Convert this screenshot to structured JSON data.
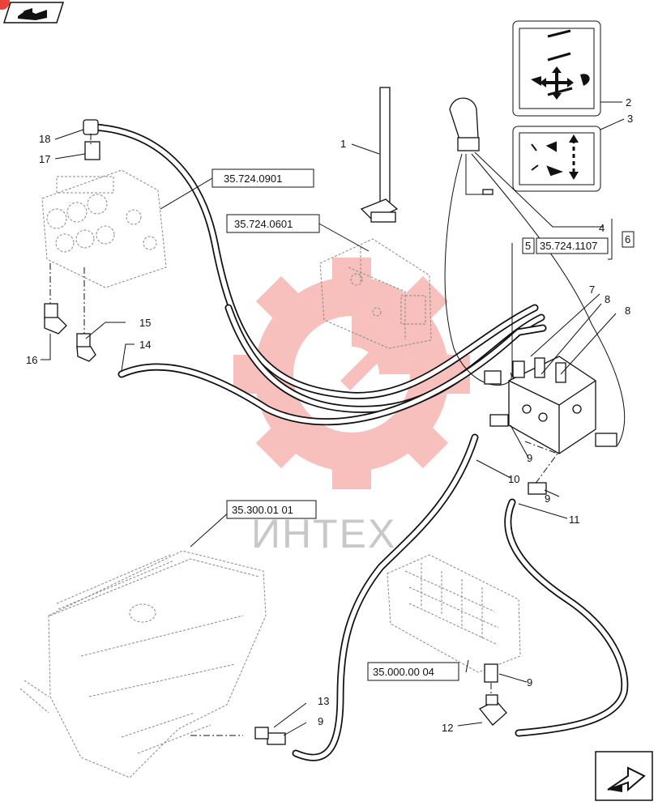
{
  "watermark": {
    "text": "ИНТЕХ"
  },
  "references": {
    "valve_body_ref": "35.724.0901",
    "lever_ref": "35.724.0601",
    "joystick_ref": "35.724.1107",
    "tank_ref": "35.300.01 01",
    "control_valve_ref": "35.000.00 04",
    "joystick_ref_left_tag": "5",
    "joystick_ref_right_tag": "6"
  },
  "callouts": {
    "c1": "1",
    "c2": "2",
    "c3": "3",
    "c4": "4",
    "c7": "7",
    "c8a": "8",
    "c8b": "8",
    "c9a": "9",
    "c9b": "9",
    "c9c": "9",
    "c9d": "9",
    "c10": "10",
    "c11": "11",
    "c12": "12",
    "c13": "13",
    "c14": "14",
    "c15": "15",
    "c16": "16",
    "c17": "17",
    "c18": "18"
  },
  "icons": {
    "top_left": "book-nav-icon",
    "bottom_right": "next-page-arrow-icon",
    "decal_2": "lever-function-decal-icon",
    "decal_3": "raise-lower-decal-icon"
  },
  "colors": {
    "ink": "#111111",
    "watermark_red": "#e8423a",
    "watermark_gray": "#c8c8c8"
  }
}
